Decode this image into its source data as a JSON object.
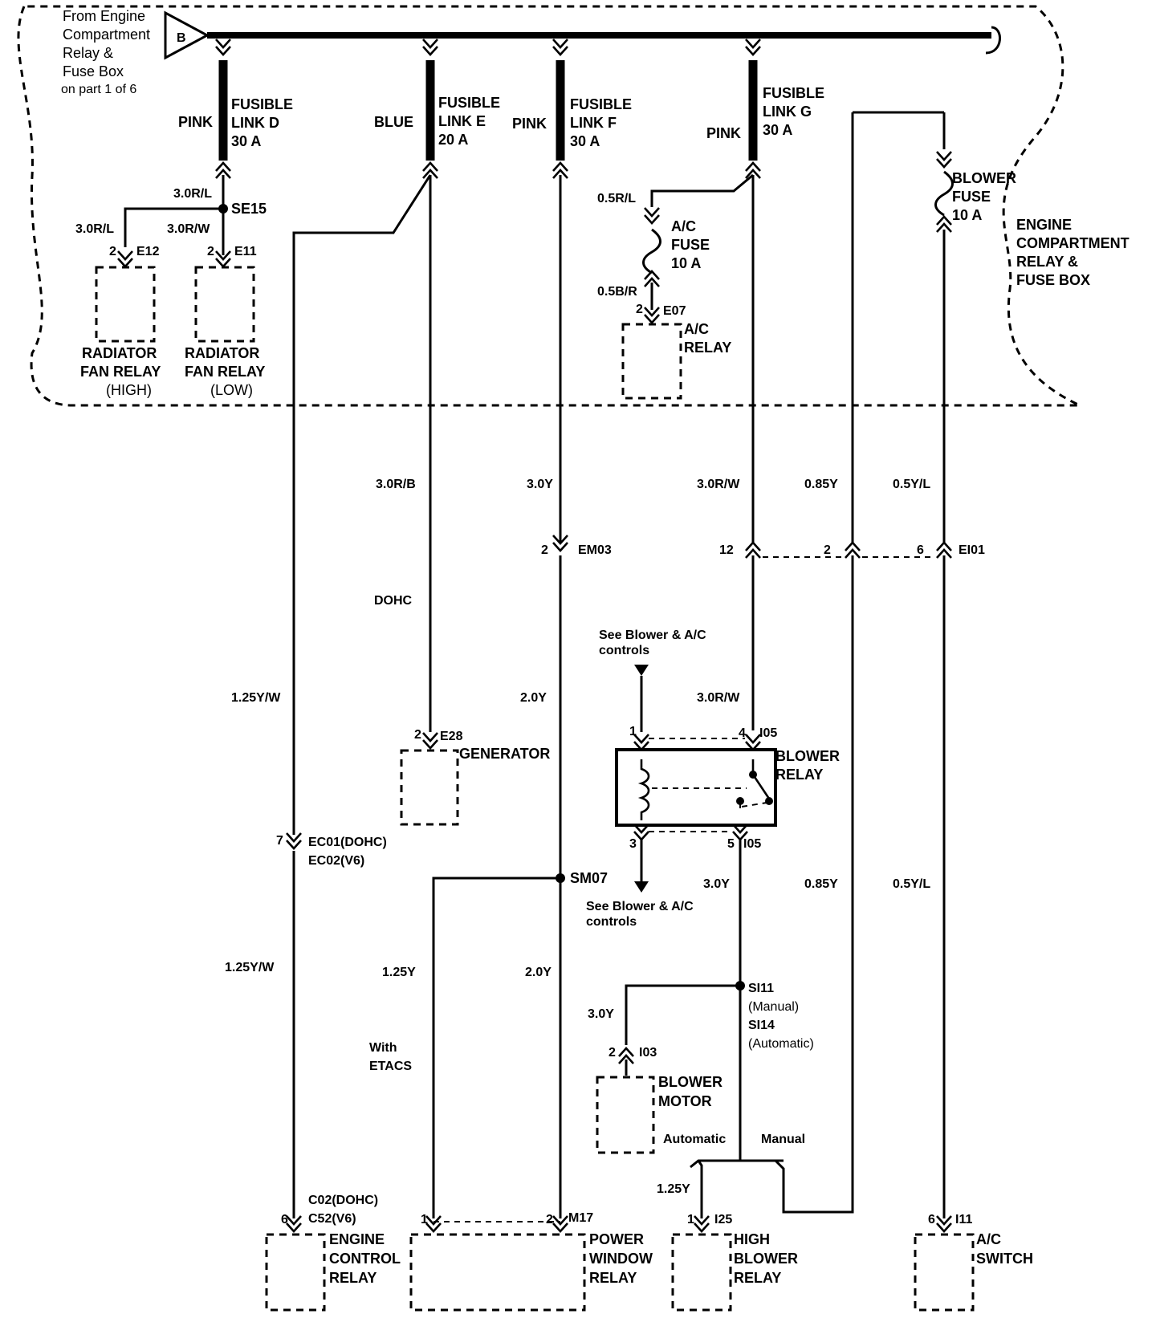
{
  "source": {
    "lines": [
      "From Engine",
      "Compartment",
      "Relay &",
      "Fuse Box"
    ],
    "note": "on part 1 of 6",
    "badge": "B"
  },
  "fusible_links": [
    {
      "color": "PINK",
      "name": [
        "FUSIBLE",
        "LINK D"
      ],
      "rating": "30 A"
    },
    {
      "color": "BLUE",
      "name": [
        "FUSIBLE",
        "LINK E"
      ],
      "rating": "20 A"
    },
    {
      "color": "PINK",
      "name": [
        "FUSIBLE",
        "LINK F"
      ],
      "rating": "30 A"
    },
    {
      "color": "PINK",
      "name": [
        "FUSIBLE",
        "LINK G"
      ],
      "rating": "30 A"
    }
  ],
  "fuses": {
    "ac": [
      "A/C",
      "FUSE",
      "10 A"
    ],
    "blower": [
      "BLOWER",
      "FUSE",
      "10 A"
    ]
  },
  "box_label": [
    "ENGINE",
    "COMPARTMENT",
    "RELAY &",
    "FUSE BOX"
  ],
  "splices": {
    "se15": "SE15",
    "sm07": "SM07",
    "si11": "SI11",
    "si11_note": "(Manual)",
    "si14": "SI14",
    "si14_note": "(Automatic)"
  },
  "wires": {
    "se15_in": "3.0R/L",
    "e12_wire": "3.0R/L",
    "e11_wire": "3.0R/W",
    "ac_in": "0.5R/L",
    "ac_out": "0.5B/R",
    "e28_wire": "3.0R/B",
    "em03_wire": "3.0Y",
    "g_upper": "3.0R/W",
    "ret_upper": "0.85Y",
    "acsw_upper": "0.5Y/L",
    "ec01_wire": "1.25Y/W",
    "f_mid": "2.0Y",
    "g_mid": "3.0R/W",
    "i05_out": "3.0Y",
    "ret_lower": "0.85Y",
    "acsw_lower": "0.5Y/L",
    "ec_lower": "1.25Y/W",
    "sm07_branch": "1.25Y",
    "sm07_lower": "2.0Y",
    "motor_wire": "3.0Y",
    "hb_wire": "1.25Y"
  },
  "notes": {
    "dohc": "DOHC",
    "with_etacs": [
      "With",
      "ETACS"
    ],
    "see_blower_top": [
      "See Blower & A/C",
      "controls"
    ],
    "see_blower_bottom": [
      "See Blower & A/C",
      "controls"
    ],
    "automatic": "Automatic",
    "manual": "Manual"
  },
  "connectors": {
    "e12": {
      "pin": "2",
      "id": "E12"
    },
    "e11": {
      "pin": "2",
      "id": "E11"
    },
    "e07": {
      "pin": "2",
      "id": "E07"
    },
    "em03": {
      "pin": "2",
      "id": "EM03"
    },
    "ei01": {
      "pins": [
        "12",
        "2",
        "6"
      ],
      "id": "EI01"
    },
    "e28": {
      "pin": "2",
      "id": "E28"
    },
    "i05_top": {
      "pins": [
        "1",
        "4"
      ],
      "id": "I05"
    },
    "i05_bottom": {
      "pins": [
        "3",
        "5"
      ],
      "id": "I05"
    },
    "ec01": {
      "pin": "7",
      "id": [
        "EC01(DOHC)",
        "EC02(V6)"
      ]
    },
    "i03": {
      "pin": "2",
      "id": "I03"
    },
    "c02": {
      "pin": "6",
      "id": [
        "C02(DOHC)",
        "C52(V6)"
      ]
    },
    "m17": {
      "pins": [
        "1",
        "2"
      ],
      "id": "M17"
    },
    "i25": {
      "pin": "1",
      "id": "I25"
    },
    "i11": {
      "pin": "6",
      "id": "I11"
    }
  },
  "components": {
    "rad_high": [
      "RADIATOR",
      "FAN RELAY",
      "(HIGH)"
    ],
    "rad_low": [
      "RADIATOR",
      "FAN RELAY",
      "(LOW)"
    ],
    "ac_relay": [
      "A/C",
      "RELAY"
    ],
    "generator": "GENERATOR",
    "blower_relay": [
      "BLOWER",
      "RELAY"
    ],
    "blower_motor": [
      "BLOWER",
      "MOTOR"
    ],
    "ecr": [
      "ENGINE",
      "CONTROL",
      "RELAY"
    ],
    "pwr": [
      "POWER",
      "WINDOW",
      "RELAY"
    ],
    "hbr": [
      "HIGH",
      "BLOWER",
      "RELAY"
    ],
    "acsw": [
      "A/C",
      "SWITCH"
    ]
  }
}
